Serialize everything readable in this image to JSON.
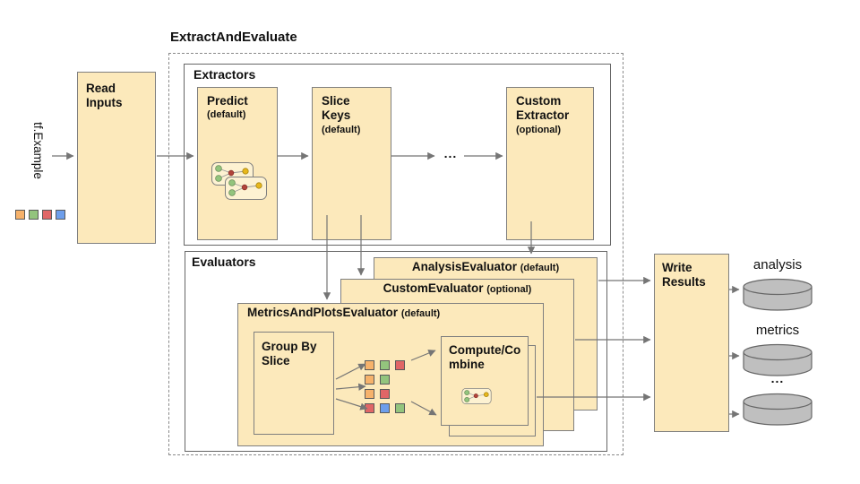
{
  "title": "ExtractAndEvaluate",
  "input": {
    "label": "tf.Example"
  },
  "read_inputs": {
    "label": "Read Inputs"
  },
  "extractors": {
    "label": "Extractors",
    "predict": {
      "title": "Predict",
      "qualifier": "(default)"
    },
    "slice_keys": {
      "title": "Slice Keys",
      "qualifier": "(default)"
    },
    "custom": {
      "title": "Custom Extractor",
      "qualifier": "(optional)"
    },
    "ellipsis": "..."
  },
  "evaluators": {
    "label": "Evaluators",
    "stack": [
      {
        "title": "AnalysisEvaluator",
        "qualifier": "(default)"
      },
      {
        "title": "CustomEvaluator",
        "qualifier": "(optional)"
      },
      {
        "title": "MetricsAndPlotsEvaluator",
        "qualifier": "(default)"
      }
    ],
    "group_by_slice": {
      "label": "Group By Slice"
    },
    "compute_combine": {
      "label": "Compute/Combine"
    }
  },
  "write_results": {
    "label": "Write Results"
  },
  "outputs": {
    "labels": [
      "analysis",
      "metrics",
      "..."
    ]
  },
  "palette": {
    "orange": "#F6B26B",
    "green": "#93C47D",
    "red": "#E06666",
    "blue": "#6D9EEB",
    "tan": "#FCE9BB",
    "cylinder": "#BFBFBF",
    "line": "#757575"
  },
  "input_squares": [
    "orange",
    "green",
    "red",
    "blue"
  ],
  "slice_grid": [
    [
      "orange",
      "green",
      "red"
    ],
    [
      "orange",
      "green"
    ],
    [
      "orange",
      "red"
    ],
    [
      "red",
      "blue",
      "green"
    ]
  ]
}
